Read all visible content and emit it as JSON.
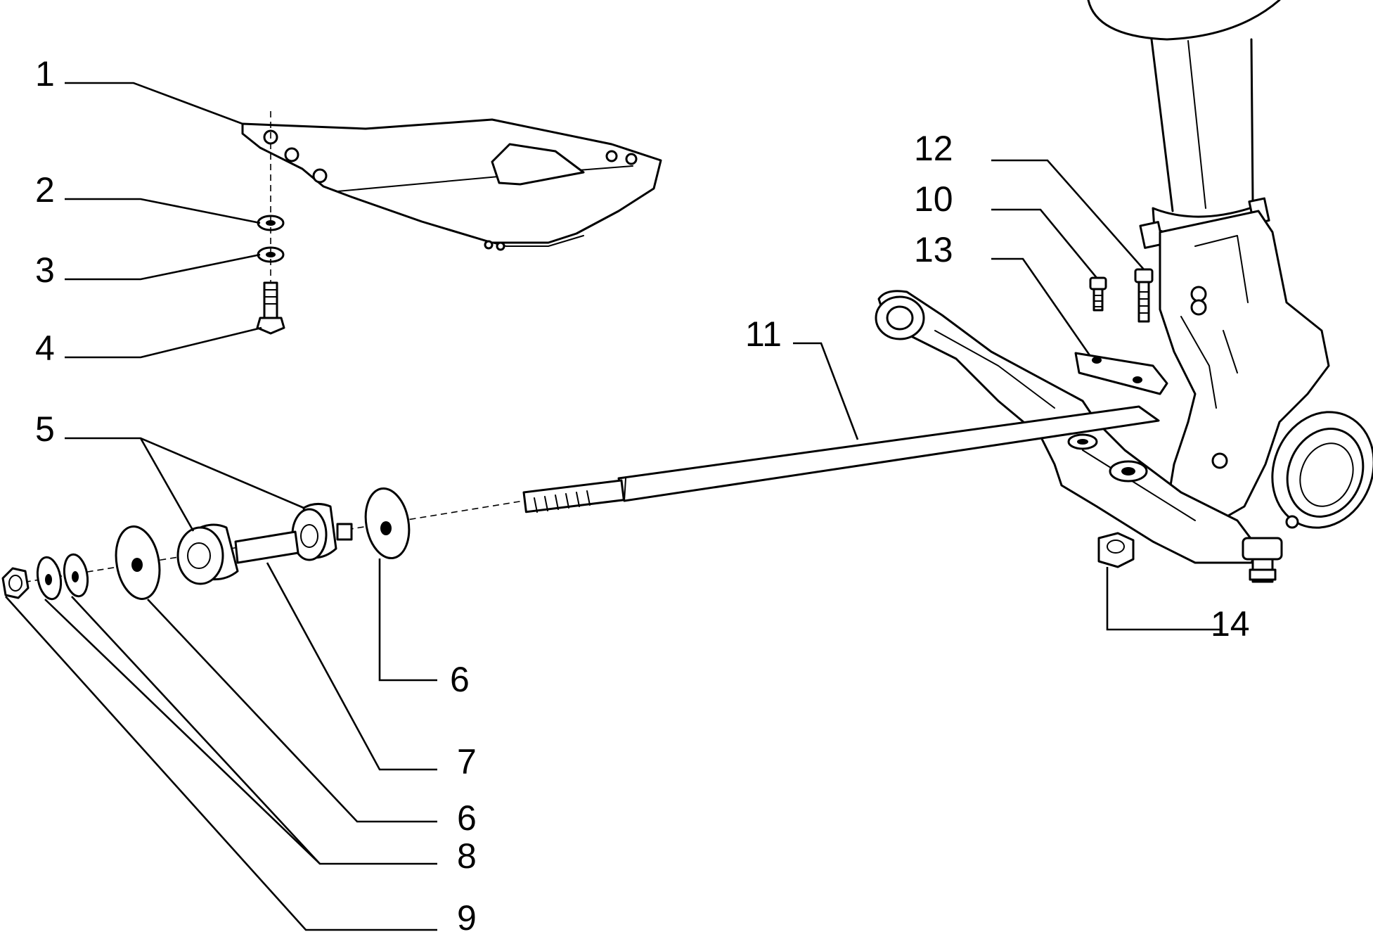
{
  "callouts": [
    "1",
    "2",
    "3",
    "4",
    "5",
    "6",
    "7",
    "6",
    "8",
    "9",
    "11",
    "12",
    "10",
    "13",
    "14"
  ]
}
